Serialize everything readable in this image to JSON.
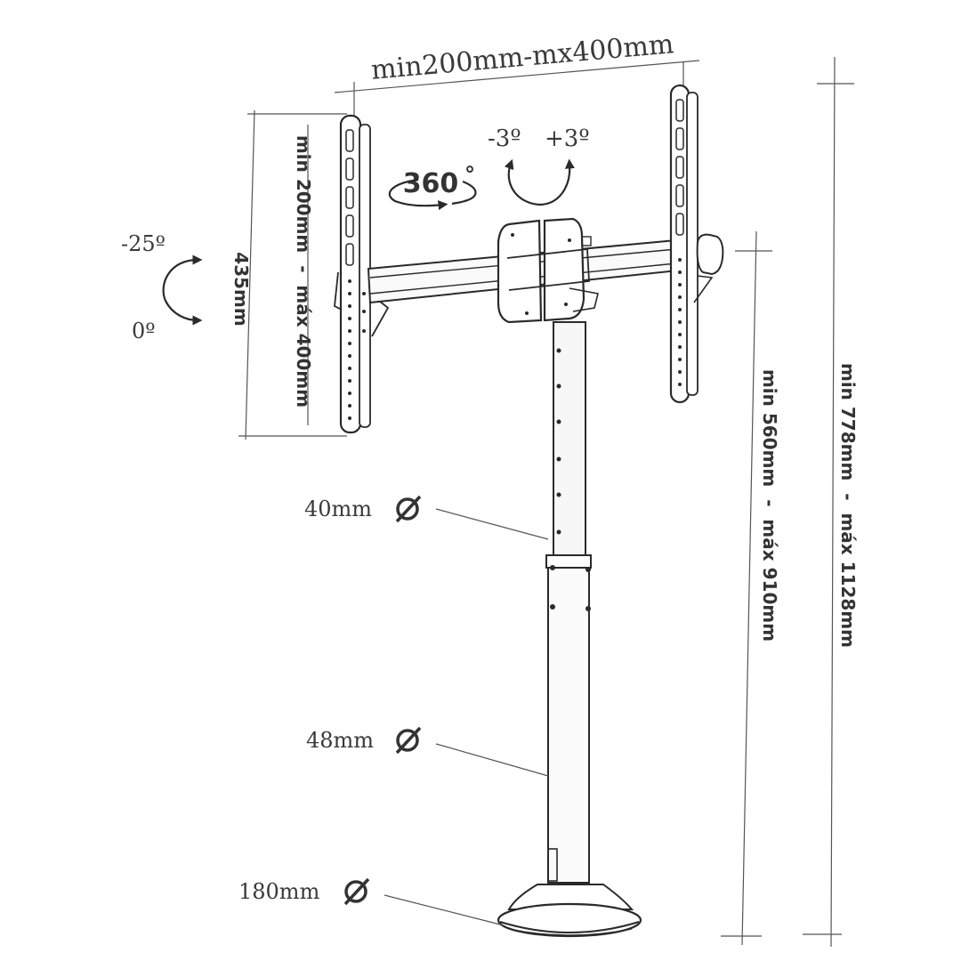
{
  "colors": {
    "ink": "#2a2a2a",
    "text": "#3a3a3a",
    "paper": "#ffffff",
    "pole": "#f4f4f4"
  },
  "labels": {
    "top_width": "min200mm-mx400mm",
    "vesa_vertical": "min 200mm  -  máx 400mm",
    "plate_height": "435mm",
    "tilt_top": "-25º",
    "tilt_bottom": "0º",
    "swivel": "360",
    "swivel_degree": "°",
    "rotate_left": "-3º",
    "rotate_right": "+3º",
    "upper_pole_dia": "40mm",
    "lower_pole_dia": "48mm",
    "base_dia": "180mm",
    "height_arm": "min 560mm  -  máx 910mm",
    "height_total": "min 778mm  -  máx 1128mm"
  },
  "icons": {
    "diameter": "diameter-icon",
    "arrow": "curved-arrow-icon"
  }
}
